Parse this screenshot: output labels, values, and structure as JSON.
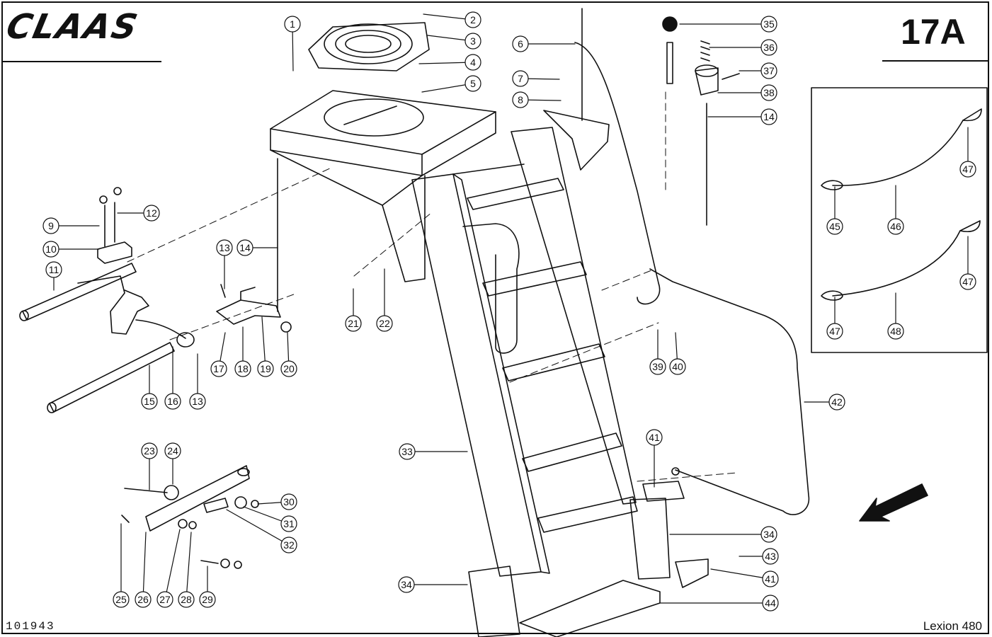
{
  "header": {
    "brand": "CLAAS",
    "page": "17A"
  },
  "footer": {
    "doc_number": "101943",
    "model": "Lexion 480"
  },
  "callouts": [
    "1",
    "2",
    "3",
    "4",
    "5",
    "6",
    "7",
    "8",
    "9",
    "10",
    "11",
    "12",
    "13",
    "14",
    "15",
    "16",
    "13",
    "17",
    "18",
    "19",
    "20",
    "21",
    "22",
    "23",
    "24",
    "25",
    "26",
    "27",
    "28",
    "29",
    "30",
    "31",
    "32",
    "33",
    "34",
    "34",
    "35",
    "36",
    "37",
    "38",
    "14",
    "39",
    "40",
    "41",
    "41",
    "42",
    "43",
    "44",
    "45",
    "46",
    "47",
    "47",
    "47",
    "48"
  ]
}
